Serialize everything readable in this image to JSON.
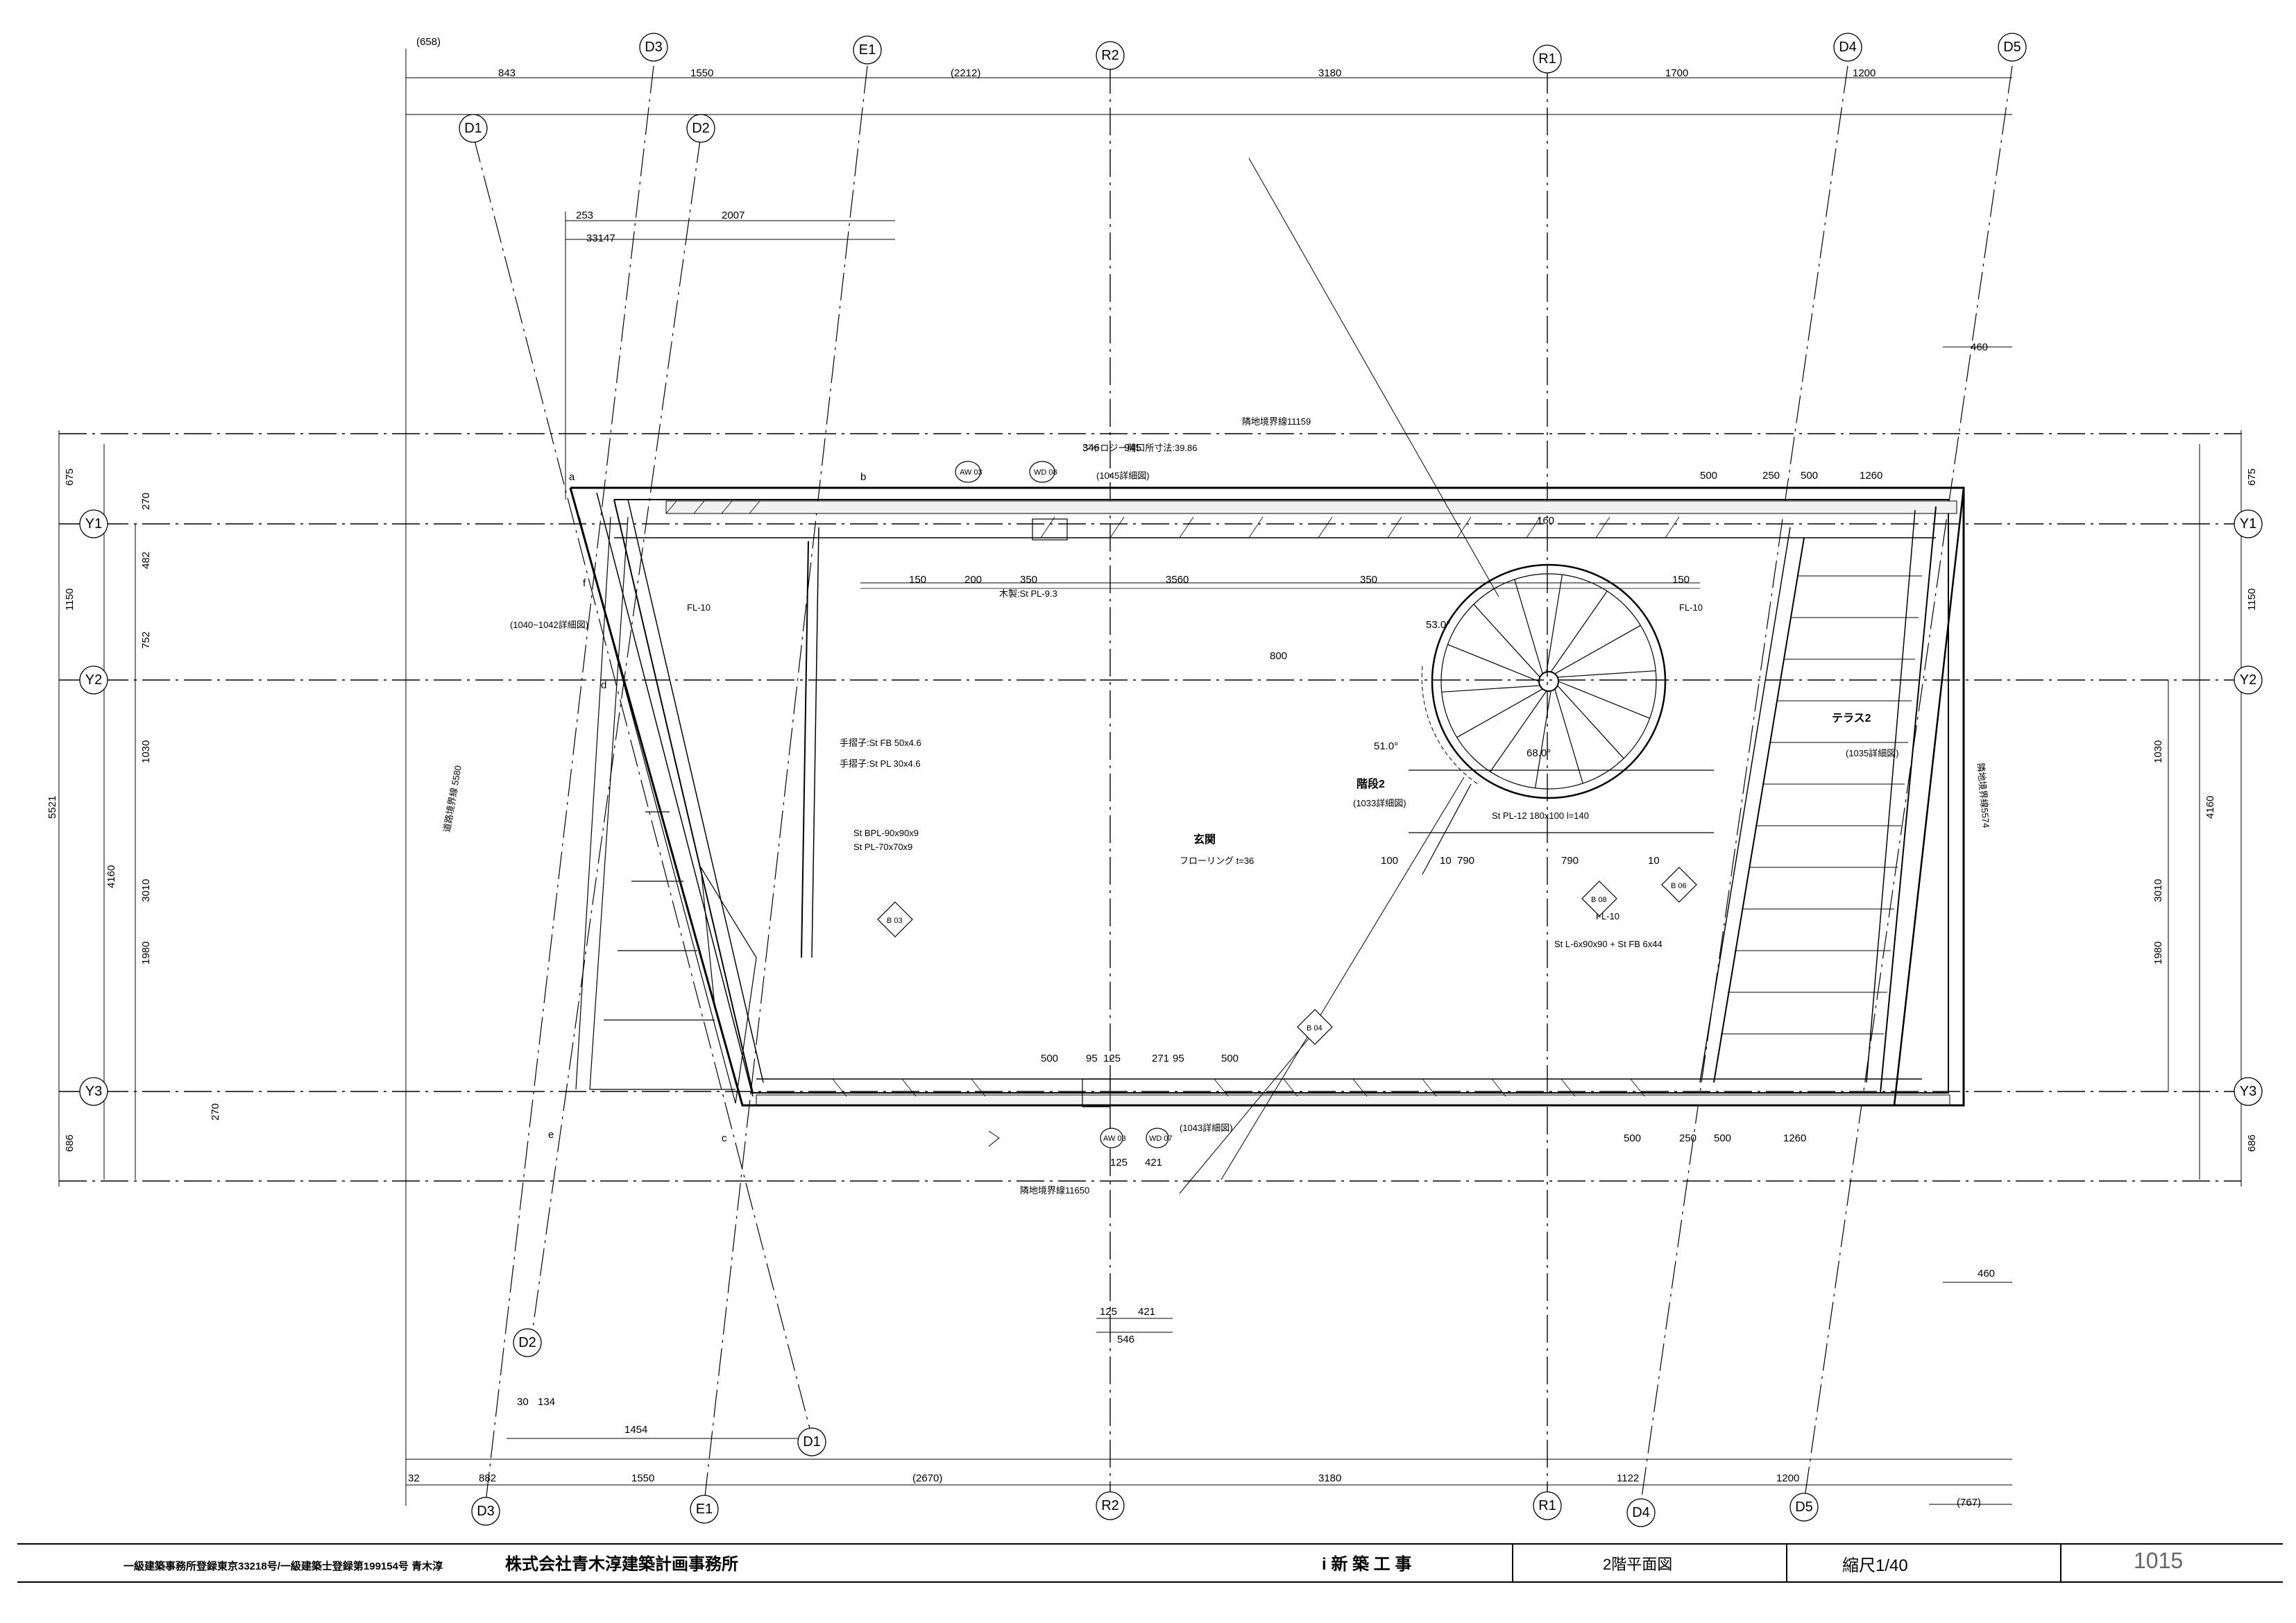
{
  "axes": {
    "top": [
      "D1",
      "D3",
      "D2",
      "E1",
      "R2",
      "R1",
      "D4",
      "D5"
    ],
    "bottom": [
      "D2",
      "D1",
      "D3",
      "E1",
      "R2",
      "R1",
      "D4",
      "D5"
    ],
    "left": [
      "Y1",
      "Y2",
      "Y3"
    ],
    "right": [
      "Y1",
      "Y2",
      "Y3"
    ]
  },
  "dims": {
    "top_row": [
      "(658)",
      "843",
      "1550",
      "(2212)",
      "3180",
      "1700",
      "1200"
    ],
    "top_row2": [
      "253",
      "2007",
      "33147"
    ],
    "bottom_row": [
      "882",
      "1550",
      "(2670)",
      "3180",
      "1122",
      "1200",
      "(767)"
    ],
    "bottom_row2": [
      "30",
      "134",
      "1454",
      "32"
    ],
    "left_col": [
      "675",
      "1150",
      "4160",
      "686",
      "5521"
    ],
    "left_col2": [
      "270",
      "482",
      "752",
      "1030",
      "3010",
      "1980",
      "270"
    ],
    "right_col": [
      "675",
      "1150",
      "4160",
      "686"
    ],
    "right_col2": [
      "1030",
      "3010",
      "1980"
    ],
    "misc": [
      "346",
      "945",
      "460",
      "460",
      "500",
      "250",
      "500",
      "1260",
      "500",
      "250",
      "500",
      "1260",
      "500",
      "95",
      "125",
      "271",
      "95",
      "500",
      "125",
      "421",
      "546",
      "160",
      "800",
      "790",
      "790",
      "100",
      "10",
      "10",
      "3560",
      "350",
      "350",
      "200",
      "150",
      "150",
      "125",
      "421"
    ]
  },
  "labels": {
    "entrance": "玄関",
    "flooring": "フローリング t=36",
    "stair": "階段2",
    "stair_ref": "(1033詳細図)",
    "terrace": "テラス2",
    "terrace_ref": "(1035詳細図)",
    "ref_1040": "(1040~1042詳細図)",
    "ref_1045": "(1045詳細図)",
    "ref_1043": "(1043詳細図)",
    "fl10a": "FL-10",
    "fl10b": "FL-10",
    "fl10c": "FL-10",
    "st_pl": "St PL-12 180x100 l=140",
    "st_angle": "St L-6x90x90 + St FB 6x44",
    "st_bpl": "St BPL-90x90x9",
    "st_pl2": "St PL-70x70x9",
    "handrail1": "手摺子:St FB 50x4.6",
    "handrail2": "手摺子:St PL 30x4.6",
    "bf_top": "隣地境界線11159",
    "bf_bottom": "隣地境界線11650",
    "left_boundary": "道路境界線 5580",
    "right_boundary": "隣地境界線5574",
    "jalousie": "ジャロジー開口所寸法:39.86",
    "mullion": "木製:St PL-9.3",
    "windows": [
      "AW 03",
      "WD 08",
      "AW 03",
      "WD 07"
    ],
    "sections": [
      "B 03",
      "B 08",
      "B 06",
      "B 04"
    ],
    "angles": [
      "53.0°",
      "68.0°",
      "51.0°"
    ],
    "grid_marks": [
      "a",
      "b",
      "c",
      "d",
      "e",
      "f"
    ]
  },
  "title_block": {
    "office_reg": "一級建築事務所登録東京33218号/一級建築士登録第199154号 青木淳",
    "office_name": "株式会社青木淳建築計画事務所",
    "project": "i 新 築 工 事",
    "drawing_title": "2階平面図",
    "scale": "縮尺1/40",
    "sheet_no": "1015"
  }
}
